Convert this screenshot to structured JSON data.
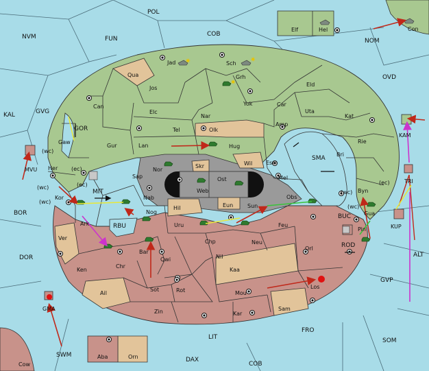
{
  "colors": {
    "sea": "#a8dce8",
    "neutral": "#e2c49a",
    "green_power": "#a8c890",
    "red_power": "#c8928a",
    "gray": "#9a9a9a",
    "black": "#111111"
  },
  "sea_labels": {
    "pol": "POL",
    "nvm": "NVM",
    "fun": "FUN",
    "cob_top": "COB",
    "nom": "NOM",
    "kal": "KAL",
    "gvg": "GVG",
    "ovd": "OVD",
    "gor": "GOR",
    "sma": "SMA",
    "mit": "MIT",
    "rbu": "RBU",
    "bor": "BOR",
    "dor": "DOR",
    "buc": "BUC",
    "rod": "ROD",
    "alt": "ALT",
    "gvp": "GVP",
    "fro": "FRO",
    "som": "SOM",
    "lit": "LIT",
    "swm": "SWM",
    "dax": "DAX",
    "cob_bottom": "COB"
  },
  "islands": {
    "elf": "Elf",
    "hel": "Hel",
    "con": "Con",
    "kam": "KAM",
    "mvu": "MVU",
    "gma": "GMA",
    "kup": "KUP",
    "tri": "TRI",
    "cow": "Cow",
    "aba": "Aba",
    "orn": "Orn"
  },
  "provinces": {
    "jad": "Jad",
    "sch": "Sch",
    "qua": "Qua",
    "jos": "Jos",
    "grh": "Grh",
    "eld": "Eld",
    "can": "Can",
    "yok": "Yok",
    "car": "Car",
    "uta": "Uta",
    "kat": "Kat",
    "elc": "Elc",
    "nar": "Nar",
    "amp": "Amp",
    "tel": "Tel",
    "olk": "Olk",
    "rie": "Rie",
    "gur": "Gur",
    "lan": "Lan",
    "hug": "Hug",
    "bri": "Bri",
    "gaw": "Gaw",
    "her": "Her",
    "nor": "Nor",
    "wil": "Wil",
    "esm": "Esm",
    "sap": "Sap",
    "skr": "Skr",
    "ost": "Ost",
    "mel": "Mel",
    "byn": "Byn",
    "kor": "Kor",
    "web": "Web",
    "obs": "Obs",
    "nab": "Nab",
    "hil": "Hil",
    "eun": "Eun",
    "sun": "Sun",
    "gua": "Gua",
    "ark": "Ark",
    "nog": "Nog",
    "uru": "Uru",
    "feu": "Feu",
    "pin": "Pin",
    "ver": "Ver",
    "chp": "Chp",
    "neu": "Neu",
    "orl": "Orl",
    "bar": "Bar",
    "qwi": "Qwi",
    "nil": "Nil",
    "ken": "Ken",
    "chr": "Chr",
    "kaa": "Kaa",
    "ail": "Ail",
    "sot": "Sot",
    "rot": "Rot",
    "mou": "Mou",
    "los": "Los",
    "zin": "Zin",
    "kar": "Kar",
    "sam": "Sam"
  },
  "coast_tags": {
    "wc1": "(wc)",
    "ec1": "(ec)",
    "ec2": "(ec)",
    "wc2": "(wc)",
    "wc3": "(wc)",
    "ec3": "(ec)",
    "wc4": "(wc)",
    "wc5": "(wc)"
  },
  "icons": {
    "army": "army-icon",
    "fleet": "fleet-icon",
    "supply_center": "supply-center-icon",
    "arrow": "move-arrow",
    "support": "support-line"
  }
}
